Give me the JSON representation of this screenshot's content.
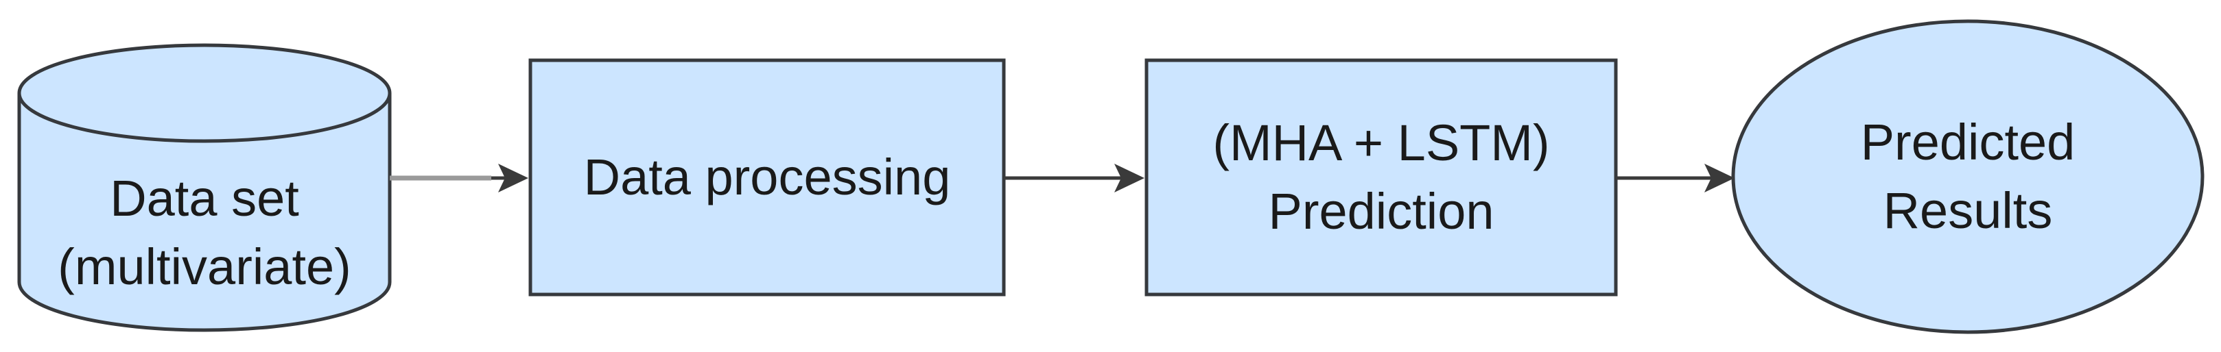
{
  "diagram": {
    "colors": {
      "fill": "#cce5ff",
      "stroke": "#36393d",
      "edge": "#3a3a3a"
    },
    "nodes": {
      "dataset": {
        "line1": "Data set",
        "line2": "(multivariate)",
        "shape": "cylinder"
      },
      "processing": {
        "line1": "Data processing",
        "shape": "rectangle"
      },
      "prediction": {
        "line1": "(MHA + LSTM)",
        "line2": "Prediction",
        "shape": "rectangle"
      },
      "results": {
        "line1": "Predicted",
        "line2": "Results",
        "shape": "ellipse"
      }
    },
    "edges": [
      {
        "from": "dataset",
        "to": "processing"
      },
      {
        "from": "processing",
        "to": "prediction"
      },
      {
        "from": "prediction",
        "to": "results"
      }
    ]
  }
}
